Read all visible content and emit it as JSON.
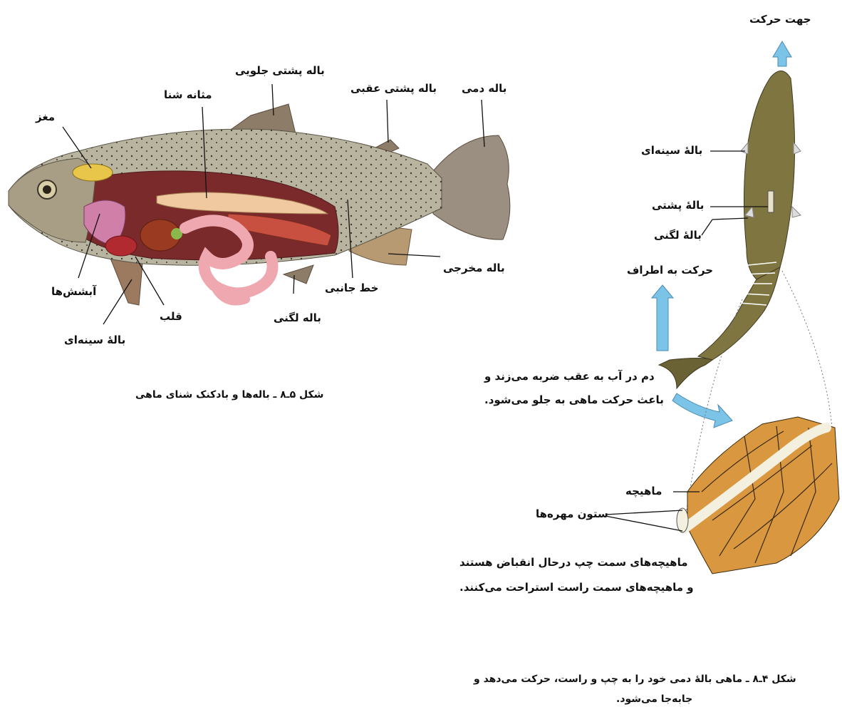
{
  "fish_anatomy": {
    "labels": {
      "brain": "مغز",
      "swim_bladder": "مثانه شنا",
      "front_dorsal_fin": "باله پشتی جلویی",
      "rear_dorsal_fin": "باله پشتی عقبی",
      "tail_fin": "باله دمی",
      "anal_fin": "باله مخرجی",
      "lateral_line": "خط جانبی",
      "pelvic_fin": "باله لگنی",
      "heart": "قلب",
      "gills": "آبشش‌ها",
      "pectoral_fin": "بالهٔ سینه‌ای"
    },
    "caption": "شکل ۵ـ۸ ـ باله‌ها و بادکنک شنای ماهی"
  },
  "fish_swimming": {
    "labels": {
      "direction": "جهت حرکت",
      "pectoral_fin": "بالهٔ سینه‌ای",
      "dorsal_fin": "بالهٔ پشتی",
      "pelvic_fin": "بالهٔ لگنی",
      "side_motion": "حرکت به اطراف",
      "tail_text_line1": "دم در آب به عقب ضربه می‌زند و",
      "tail_text_line2": "باعث حرکت ماهی به جلو می‌شود.",
      "muscle": "ماهیچه",
      "vertebral_column": "ستون مهره‌ها",
      "muscles_text_line1": "ماهیچه‌های سمت چپ درحال انقباض هستند",
      "muscles_text_line2": "و ماهیچه‌های سمت راست استراحت می‌کنند."
    },
    "caption_line1": "شکل ۴ـ۸ ـ ماهی بالهٔ دمی خود را به چپ و راست، حرکت می‌دهد و",
    "caption_line2": "جابه‌جا می‌شود."
  },
  "colors": {
    "arrow": "#7cc3e8",
    "fish_body": "#7f7540",
    "muscle_block": "#d9973f",
    "trout_body": "#b8b4a0"
  }
}
